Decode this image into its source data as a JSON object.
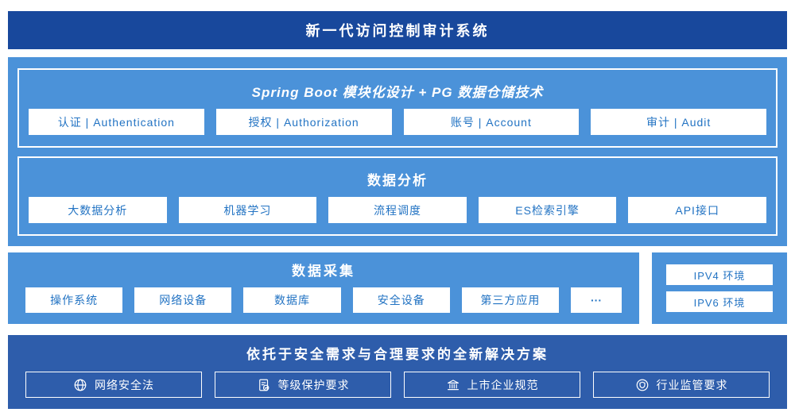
{
  "colors": {
    "header_bg": "#18489c",
    "panel_bg": "#4b92d9",
    "solution_bg": "#2e5dab",
    "chip_text": "#2273c3"
  },
  "header": {
    "title": "新一代访问控制审计系统"
  },
  "platform": {
    "module_layer": {
      "title": "Spring Boot 模块化设计 + PG 数据仓储技术",
      "items": [
        "认证 | Authentication",
        "授权 | Authorization",
        "账号 | Account",
        "审计 | Audit"
      ]
    },
    "analysis_layer": {
      "title": "数据分析",
      "items": [
        "大数据分析",
        "机器学习",
        "流程调度",
        "ES检索引擎",
        "API接口"
      ]
    }
  },
  "collection": {
    "title": "数据采集",
    "items": [
      "操作系统",
      "网络设备",
      "数据库",
      "安全设备",
      "第三方应用",
      "···"
    ]
  },
  "environment": {
    "items": [
      "IPV4 环境",
      "IPV6 环境"
    ]
  },
  "solution": {
    "title": "依托于安全需求与合理要求的全新解决方案",
    "items": [
      {
        "icon": "globe-icon",
        "label": "网络安全法"
      },
      {
        "icon": "shield-document-icon",
        "label": "等级保护要求"
      },
      {
        "icon": "bank-building-icon",
        "label": "上市企业规范"
      },
      {
        "icon": "inspection-badge-icon",
        "label": "行业监管要求"
      }
    ]
  }
}
